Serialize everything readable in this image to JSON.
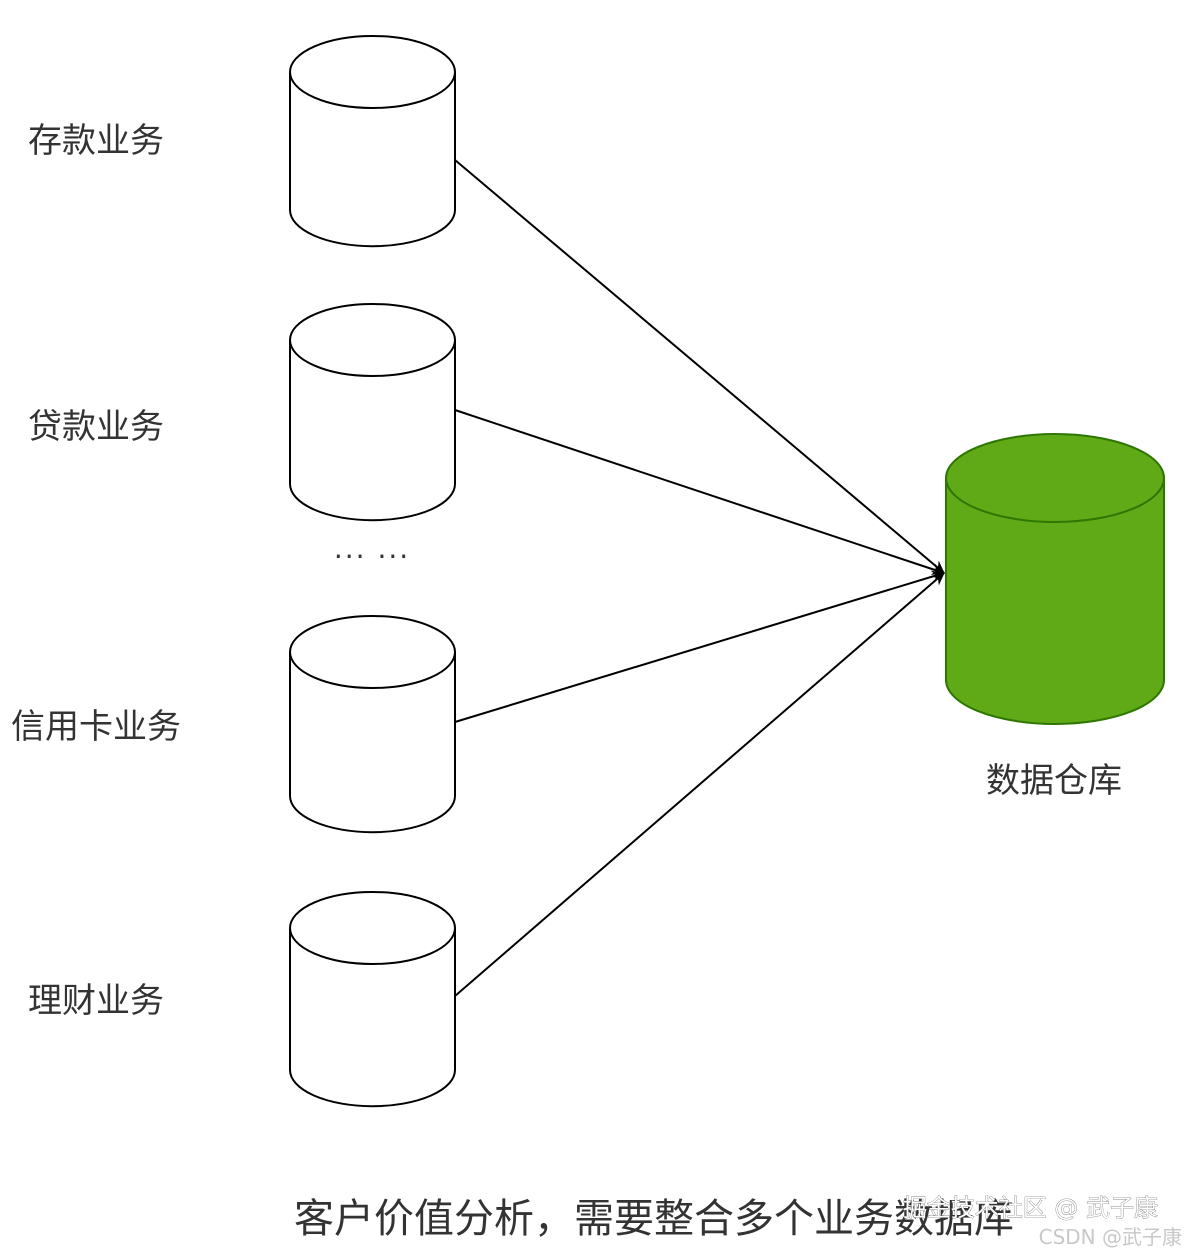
{
  "sources": [
    {
      "label": "存款业务"
    },
    {
      "label": "贷款业务"
    },
    {
      "label": "信用卡业务"
    },
    {
      "label": "理财业务"
    }
  ],
  "ellipsis": "··· ···",
  "target": {
    "label": "数据仓库",
    "fill_color": "#60a917",
    "stroke_color": "#2d7600"
  },
  "caption": "客户价值分析，需要整合多个业务数据库",
  "watermark": {
    "main": "掘金技术社区 @ 武子康",
    "sub": "CSDN @武子康"
  },
  "colors": {
    "source_fill": "#ffffff",
    "stroke": "#000000",
    "text": "#333333"
  }
}
